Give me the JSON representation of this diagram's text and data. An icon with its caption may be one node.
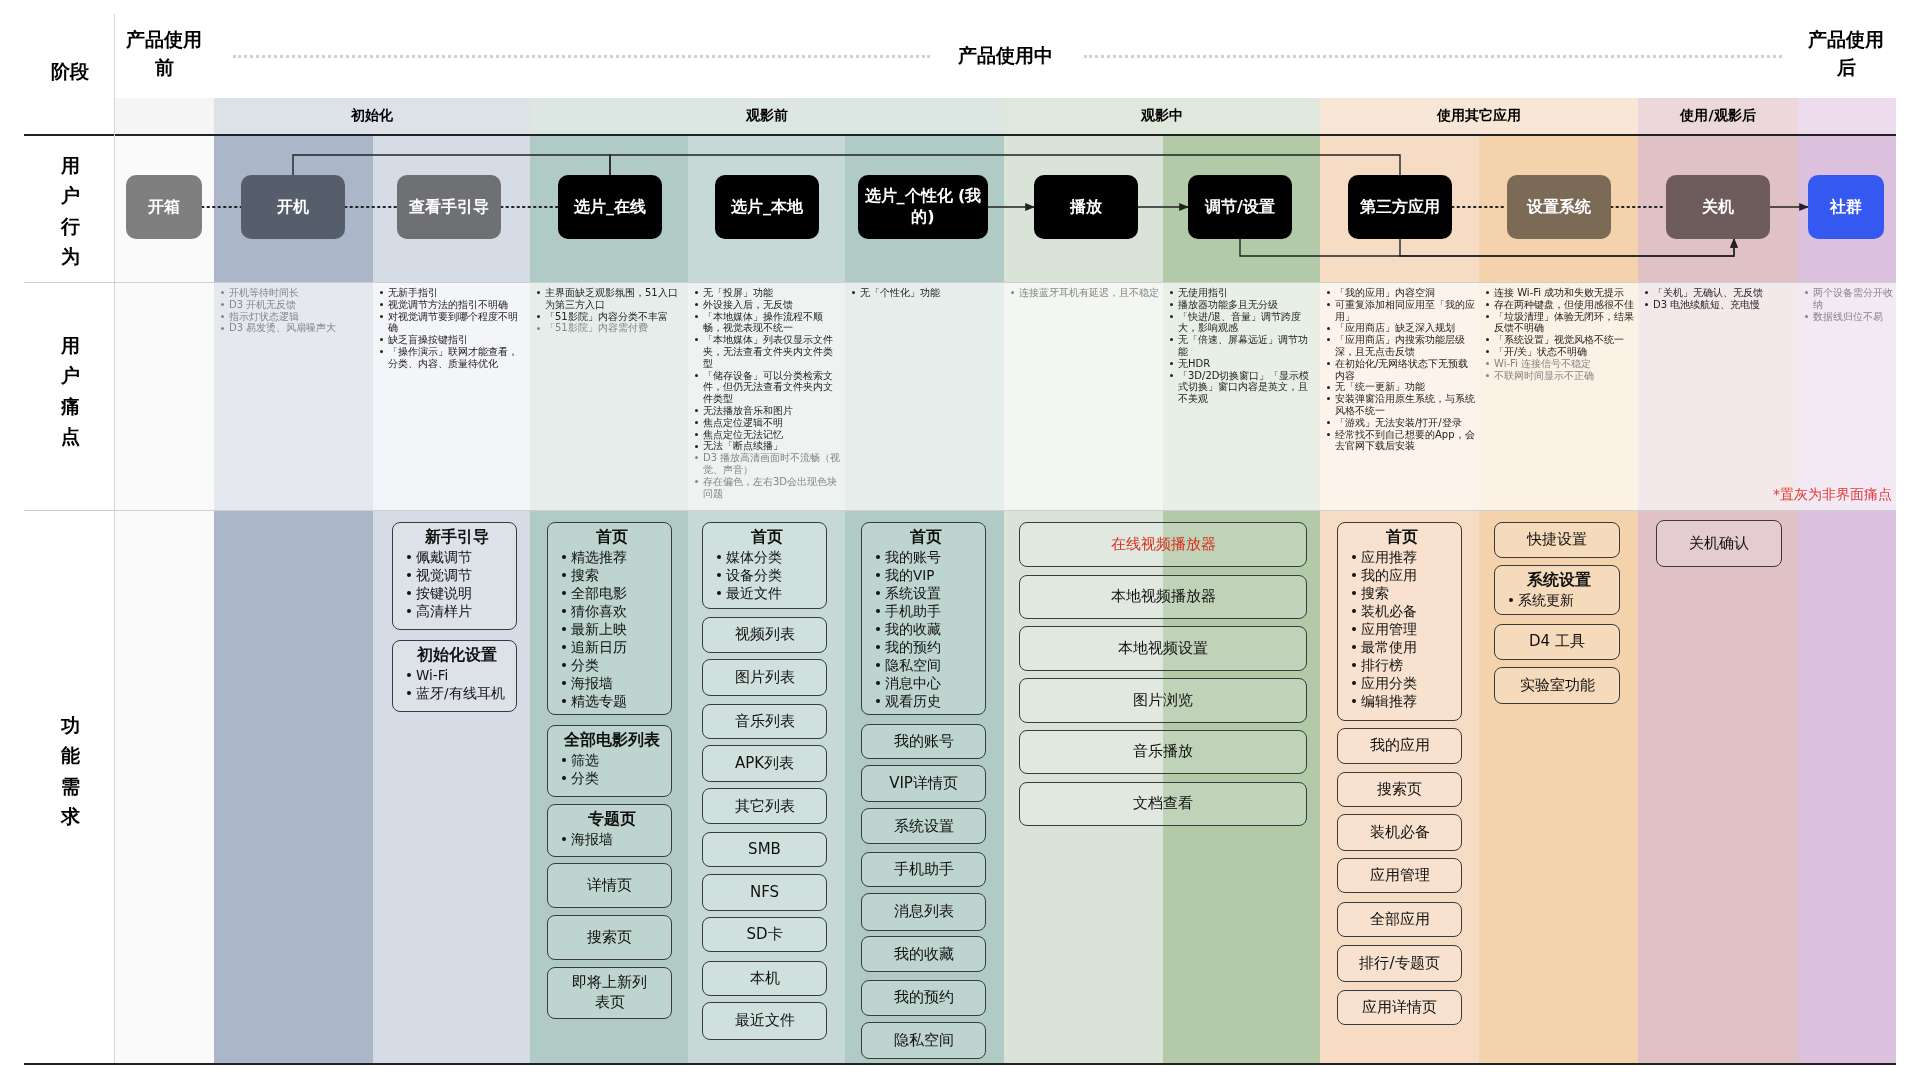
{
  "diagram": {
    "nodes": [
      {
        "text": [
          "开箱"
        ]
      },
      {
        "text": [
          "开机"
        ]
      },
      {
        "text": [
          "查看手引导"
        ]
      },
      {
        "text": [
          "选片_在线"
        ]
      },
      {
        "text": [
          "选片_本地"
        ]
      },
      {
        "text": [
          "选片_个性化 (我的)"
        ]
      },
      {
        "text": [
          "播放"
        ]
      },
      {
        "text": [
          "调节/设置"
        ]
      },
      {
        "text": [
          "第三方应用"
        ]
      },
      {
        "text": [
          "设置系统"
        ]
      },
      {
        "text": [
          "关机"
        ]
      },
      {
        "text": [
          "社群"
        ]
      },
      {
        "text": [
          "新手引导",
          "佩戴调节",
          "视觉调节",
          "按键说明",
          "高清样片"
        ]
      },
      {
        "text": [
          "初始化设置",
          "Wi-Fi",
          "蓝牙/有线耳机"
        ]
      },
      {
        "text": [
          "首页",
          "精选推荐",
          "搜索",
          "全部电影",
          "猜你喜欢",
          "最新上映",
          "追新日历",
          "分类",
          "海报墙",
          "精选专题"
        ]
      },
      {
        "text": [
          "全部电影列表",
          "筛选",
          "分类"
        ]
      },
      {
        "text": [
          "专题页",
          "海报墙"
        ]
      },
      {
        "text": [
          "详情页"
        ]
      },
      {
        "text": [
          "搜索页"
        ]
      },
      {
        "text": [
          "即将上新列表页"
        ]
      },
      {
        "text": [
          "首页",
          "媒体分类",
          "设备分类",
          "最近文件"
        ]
      },
      {
        "text": [
          "视频列表"
        ]
      },
      {
        "text": [
          "图片列表"
        ]
      },
      {
        "text": [
          "音乐列表"
        ]
      },
      {
        "text": [
          "APK列表"
        ]
      },
      {
        "text": [
          "其它列表"
        ]
      },
      {
        "text": [
          "SMB"
        ]
      },
      {
        "text": [
          "NFS"
        ]
      },
      {
        "text": [
          "SD卡"
        ]
      },
      {
        "text": [
          "本机"
        ]
      },
      {
        "text": [
          "最近文件"
        ]
      },
      {
        "text": [
          "首页",
          "我的账号",
          "我的VIP",
          "系统设置",
          "手机助手",
          "我的收藏",
          "我的预约",
          "隐私空间",
          "消息中心",
          "观看历史"
        ]
      },
      {
        "text": [
          "我的账号"
        ]
      },
      {
        "text": [
          "VIP详情页"
        ]
      },
      {
        "text": [
          "系统设置"
        ]
      },
      {
        "text": [
          "手机助手"
        ]
      },
      {
        "text": [
          "消息列表"
        ]
      },
      {
        "text": [
          "我的收藏"
        ]
      },
      {
        "text": [
          "我的预约"
        ]
      },
      {
        "text": [
          "隐私空间"
        ]
      },
      {
        "text": [
          "在线视频播放器"
        ]
      },
      {
        "text": [
          "本地视频播放器"
        ]
      },
      {
        "text": [
          "本地视频设置"
        ]
      },
      {
        "text": [
          "图片浏览"
        ]
      },
      {
        "text": [
          "音乐播放"
        ]
      },
      {
        "text": [
          "文档查看"
        ]
      },
      {
        "text": [
          "首页",
          "应用推荐",
          "我的应用",
          "搜索",
          "装机必备",
          "应用管理",
          "最常使用",
          "排行榜",
          "应用分类",
          "编辑推荐"
        ]
      },
      {
        "text": [
          "我的应用"
        ]
      },
      {
        "text": [
          "搜索页"
        ]
      },
      {
        "text": [
          "装机必备"
        ]
      },
      {
        "text": [
          "应用管理"
        ]
      },
      {
        "text": [
          "全部应用"
        ]
      },
      {
        "text": [
          "排行/专题页"
        ]
      },
      {
        "text": [
          "应用详情页"
        ]
      },
      {
        "text": [
          "快捷设置"
        ]
      },
      {
        "text": [
          "系统设置",
          "系统更新"
        ]
      },
      {
        "text": [
          "D4 工具"
        ]
      },
      {
        "text": [
          "实验室功能"
        ]
      },
      {
        "text": [
          "关机确认"
        ]
      }
    ],
    "edges": [
      {
        "from": 0,
        "to": 1,
        "arrow": "none",
        "style": "dashed"
      },
      {
        "from": 1,
        "to": 2,
        "arrow": "none",
        "style": "dashed"
      },
      {
        "from": 2,
        "to": 3,
        "arrow": "none",
        "style": "dashed"
      },
      {
        "from": 5,
        "to": 6,
        "arrow": "to"
      },
      {
        "from": 6,
        "to": 7,
        "arrow": "to"
      },
      {
        "from": 9,
        "to": 10,
        "arrow": "none",
        "style": "dashed"
      },
      {
        "from": 10,
        "to": 11,
        "arrow": "to"
      },
      {
        "from": 1,
        "to": 3,
        "arrow": "none"
      },
      {
        "from": 3,
        "to": 8,
        "arrow": "none"
      },
      {
        "from": 8,
        "to": 9,
        "arrow": "none",
        "style": "dashed"
      },
      {
        "from": 7,
        "to": 10,
        "arrow": "to"
      },
      {
        "from": 8,
        "to": 10,
        "arrow": "to"
      }
    ],
    "labels": [
      "阶段",
      "产品使用前",
      "产品使用中",
      "产品使用后",
      "初始化",
      "观影前",
      "观影中",
      "使用其它应用",
      "使用/观影后",
      "用户行为",
      "用户痛点",
      "功能需求",
      "开机等待时间长",
      "D3 开机无反馈",
      "指示灯状态逻辑",
      "D3 易发烫、风扇噪声大",
      "无新手指引",
      "视觉调节方法的指引不明确",
      "对视觉调节要到哪个程度不明确",
      "缺乏盲操按键指引",
      "「操作演示」联网才能查看，分类、内容、质量待优化",
      "主界面缺乏观影氛围，51入口为第三方入口",
      "「51影院」内容分类不丰富",
      "「51影院」内容需付费",
      "无「投屏」功能",
      "外设接入后，无反馈",
      "「本地媒体」操作流程不顺畅，视觉表现不统一",
      "「本地媒体」列表仅显示文件夹，无法查看文件夹内文件类型",
      "「储存设备」可以分类检索文件，但仍无法查看文件夹内文件类型",
      "无法播放音乐和图片",
      "焦点定位逻辑不明",
      "焦点定位无法记忆",
      "无法「断点续播」",
      "D3 播放高清画面时不流畅（视觉、声音）",
      "存在偏色，左右3D会出现色块问题",
      "无「个性化」功能",
      "连接蓝牙耳机有延迟，且不稳定",
      "无使用指引",
      "播放器功能多且无分级",
      "「快进/退、音量」调节跨度大，影响观感",
      "无「倍速、屏幕远近」调节功能",
      "无HDR",
      "「3D/2D切换窗口」「显示模式切换」窗口内容是英文，且不美观",
      "「我的应用」内容空洞",
      "可重复添加相同应用至「我的应用」",
      "「应用商店」缺乏深入规划",
      "「应用商店」内搜索功能层级深，且无点击反馈",
      "在初始化/无网络状态下无预载内容",
      "无「统一更新」功能",
      "安装弹窗沿用原生系统，与系统风格不统一",
      "「游戏」无法安装/打开/登录",
      "经常找不到自己想要的App，会去官网下载后安装",
      "连接 Wi-Fi 成功和失败无提示",
      "存在两种键盘，但使用感很不佳",
      "「垃圾清理」体验无闭环，结果反馈不明确",
      "「系统设置」视觉风格不统一",
      "「开/关」状态不明确",
      "Wi-Fi 连接信号不稳定",
      "不联网时间显示不正确",
      "「关机」无确认、无反馈",
      "D3 电池续航短、充电慢",
      "两个设备需分开收纳",
      "数据线归位不易",
      "*置灰为非界面痛点"
    ]
  }
}
